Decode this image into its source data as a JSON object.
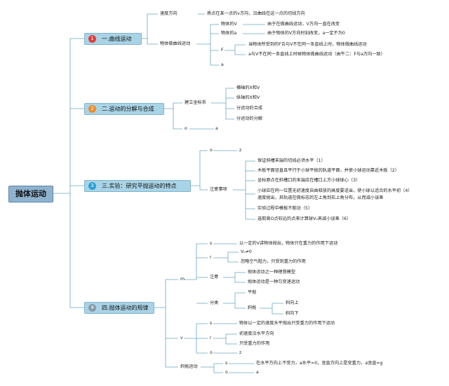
{
  "root": "抛体运动",
  "branches": [
    {
      "num": "1",
      "label": "一.曲线运动",
      "color": "#e23b3b"
    },
    {
      "num": "2",
      "label": "二.运动的分解与合成",
      "color": "#f08a24"
    },
    {
      "num": "3",
      "label": "三.实验：研究平抛运动的特点",
      "color": "#2a9fd6"
    },
    {
      "num": "4",
      "label": "四.抛体运动的规律",
      "color": "#8a9aa6"
    }
  ],
  "b1": {
    "speed_dir": "速度方向",
    "speed_dir_desc": "质点在某一点的v方向，沿曲线在这一点的切线方向",
    "condition": "物体做曲线运动",
    "obj_v": "物体的V",
    "obj_v_desc": "由于在做曲线运动，V方向一直在改变",
    "obj_a": "物体的a",
    "obj_a_desc": "由于物体的V方向时刻改变，a一定不为0",
    "f": "F",
    "f_desc1": "当物体所受到的F合与V不在同一条直线上时，物体做曲线运动",
    "f_desc2": "a与V不在同一条直线上时候物体做曲线运动（由牛二：F与a方向一致）",
    "a": "a"
  },
  "b2": {
    "coord": "建立坐标系",
    "items": [
      "横轴的X和V",
      "纵轴的X和V",
      "分运动的合成",
      "分运动的分解"
    ],
    "o": "o",
    "a": "a"
  },
  "b3": {
    "o": "o",
    "z": "z",
    "notes_label": "注意事项",
    "notes": [
      "保证斜槽末端的切线必须水平（1）",
      "木板平面竖直且平行于小球平抛的轨道平面，并使小球运动靠近木板（2）",
      "坐标原点在斜槽口的末端应在槽口上方小球球心（3）",
      "小球应在同一位置无初速度自由释放的高度要适当，使小球以适合的水平初（4）",
      "速度抛出，其轨道在做标志的左上角到右上角分布，从而减小误差",
      "实验过程中模板不能动（5）",
      "选取离O点较远的点来计算球V₀来减小误差（6）"
    ]
  },
  "b4": {
    "m": "m",
    "s1": "s",
    "s1_desc": "以一定的V讲物体抛出，物体只在重力的作用下运动",
    "r1": "r",
    "v0": "V₀≠0",
    "air": "忽略空气阻力，只受到重力的作用",
    "attention": "注意",
    "att1": "抛体运动之一种理想模型",
    "att2": "抛体运动是一种匀变速运动",
    "classify": "分类",
    "flat": "平抛",
    "oblique": "斜抛",
    "up": "斜向上",
    "down": "斜向下",
    "v": "v",
    "s2": "s",
    "s2_desc": "物体以一定的速度水平抛出只受重力的作用下运动",
    "r2": "r",
    "r2_a": "初速度沿水平方向",
    "r2_b": "只受重力的作用",
    "o2": "o",
    "z2": "z",
    "oblique_motion": "斜抛运动",
    "s3": "s",
    "s3_desc": "在水平方向上不受力，a水平=0，竖直方向上是变重力，a竖直=g",
    "o3": "o",
    "a3": "a"
  }
}
